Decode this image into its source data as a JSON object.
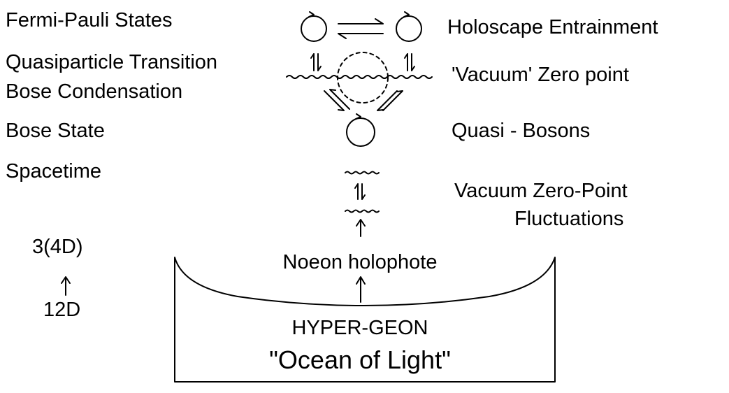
{
  "left_labels": {
    "fermi_pauli": "Fermi-Pauli States",
    "quasiparticle": "Quasiparticle Transition",
    "bose_condensation": "Bose Condensation",
    "bose_state": "Bose State",
    "spacetime": "Spacetime",
    "dim_top": "3(4D)",
    "dim_bottom": "12D"
  },
  "right_labels": {
    "holoscape": "Holoscape Entrainment",
    "vacuum_zero_point": "'Vacuum' Zero point",
    "quasi_bosons": "Quasi - Bosons",
    "fluctuations_line1": "Vacuum Zero-Point",
    "fluctuations_line2": "Fluctuations"
  },
  "center_labels": {
    "noeon": "Noeon holophote",
    "hypergeon": "HYPER-GEON",
    "ocean": "\"Ocean of Light\""
  },
  "colors": {
    "ink": "#000000",
    "background": "#ffffff"
  }
}
